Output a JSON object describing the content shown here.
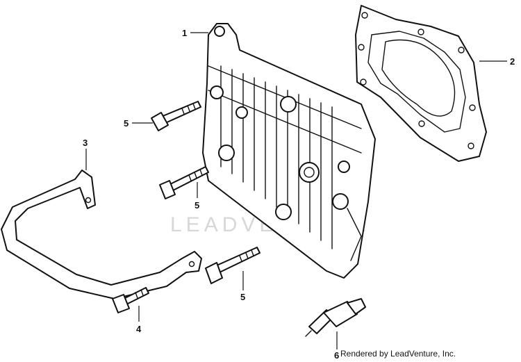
{
  "callouts": {
    "c1": "1",
    "c2": "2",
    "c3": "3",
    "c4": "4",
    "c5a": "5",
    "c5b": "5",
    "c5c": "5",
    "c6": "6"
  },
  "watermark": "LEADVENTURE",
  "credit": "Rendered by LeadVenture, Inc."
}
